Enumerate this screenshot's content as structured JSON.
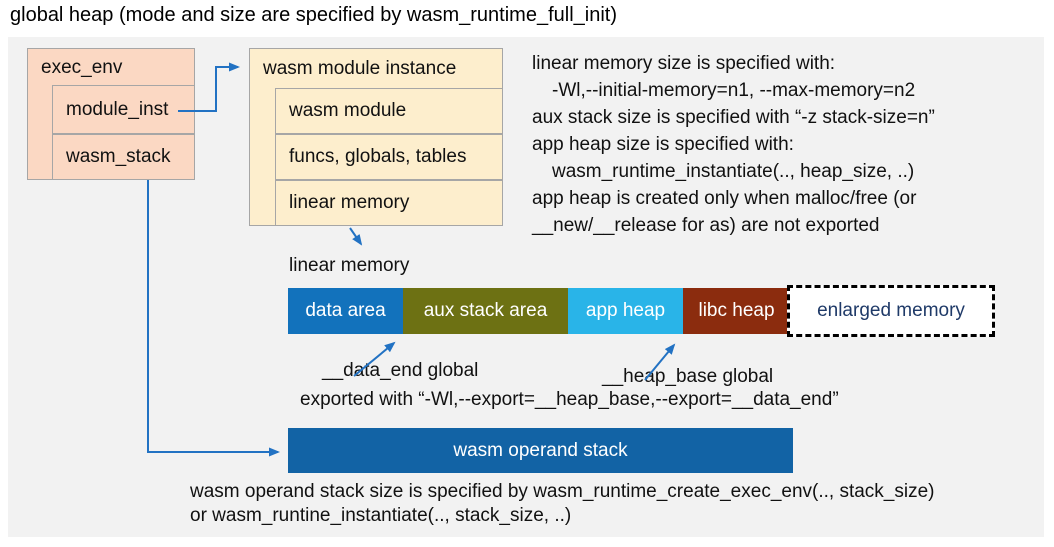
{
  "title": "global heap (mode and size are specified by wasm_runtime_full_init)",
  "exec_env": {
    "header": "exec_env",
    "rows": [
      "module_inst",
      "wasm_stack"
    ]
  },
  "module_instance": {
    "header": "wasm module instance",
    "rows": [
      "wasm module",
      "funcs, globals, tables",
      "linear memory"
    ]
  },
  "info": {
    "lines": [
      "linear memory size is specified with:",
      "-Wl,--initial-memory=n1, --max-memory=n2",
      "aux stack size is specified with “-z stack-size=n”",
      "app heap size is specified with:",
      "wasm_runtime_instantiate(.., heap_size, ..)",
      "app heap is created only when malloc/free (or",
      "__new/__release for as) are not exported"
    ]
  },
  "linear_memory": {
    "label": "linear memory",
    "segments": [
      {
        "label": "data area",
        "color": "#1272bc"
      },
      {
        "label": "aux stack area",
        "color": "#6d7113"
      },
      {
        "label": "app heap",
        "color": "#29b4e8"
      },
      {
        "label": "libc heap",
        "color": "#8b2c0e"
      },
      {
        "label": "enlarged memory",
        "color": "#ffffff",
        "text_color": "#1f3a68",
        "border": "dashed"
      }
    ],
    "annotations": {
      "data_end": "__data_end global",
      "heap_base": "__heap_base global",
      "exported": "exported with “-Wl,--export=__heap_base,--export=__data_end”"
    }
  },
  "operand_stack": {
    "label": "wasm operand stack",
    "note_line1": "wasm operand stack size is specified by wasm_runtime_create_exec_env(.., stack_size)",
    "note_line2": "or wasm_runtine_instantiate(.., stack_size, ..)"
  },
  "colors": {
    "panel_bg": "#f2f2f2",
    "exec_env_fill": "#fbd8c3",
    "module_instance_fill": "#fdeecd",
    "box_border": "#a6a6a6",
    "arrow_blue": "#2272c3",
    "operand_stack_fill": "#1263a5",
    "enlarged_memory_text": "#1f3a68"
  }
}
